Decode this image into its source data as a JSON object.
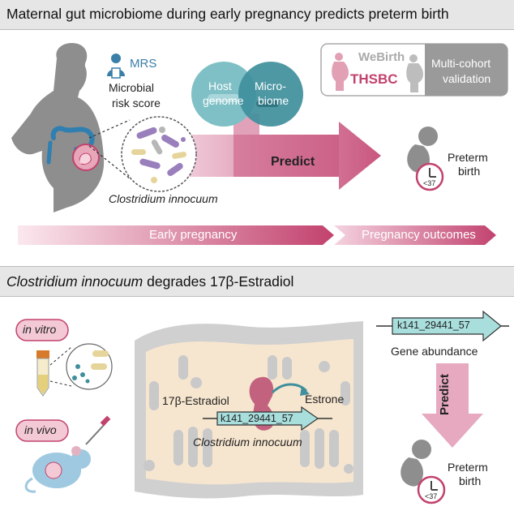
{
  "panel1": {
    "title": "Maternal gut microbiome during early pregnancy predicts preterm birth",
    "mrs_label": "MRS",
    "mrs_caption_line1": "Microbial",
    "mrs_caption_line2": "risk score",
    "species_label": "Clostridium innocuum",
    "host_genome_line1": "Host",
    "host_genome_line2": "genome",
    "microbiome_line1": "Micro-",
    "microbiome_line2": "biome",
    "predict_label": "Predict",
    "preterm_line1": "Preterm",
    "preterm_line2": "birth",
    "clock_label": "<37",
    "webirth_label": "WeBirth",
    "thsbc_label": "THSBC",
    "validation_line1": "Multi-cohort",
    "validation_line2": "validation",
    "timeline_early": "Early pregnancy",
    "timeline_outcomes": "Pregnancy outcomes",
    "colors": {
      "accent": "#c2426e",
      "teal": "#3f8f9c",
      "teal_light": "#7fc0c6",
      "silhouette": "#8e8e8e"
    }
  },
  "panel2": {
    "title_italic": "Clostridium innocuum",
    "title_rest": " degrades 17β-Estradiol",
    "in_vitro_label": "in vitro",
    "in_vivo_label": "in vivo",
    "estradiol_label": "17β-Estradiol",
    "estrone_label": "Estrone",
    "gene_id_center": "k141_29441_57",
    "gene_id_right": "k141_29441_57",
    "species_label": "Clostridium innocuum",
    "gene_abundance_label": "Gene abundance",
    "predict_label": "Predict",
    "preterm_line1": "Preterm",
    "preterm_line2": "birth",
    "clock_label": "<37"
  }
}
